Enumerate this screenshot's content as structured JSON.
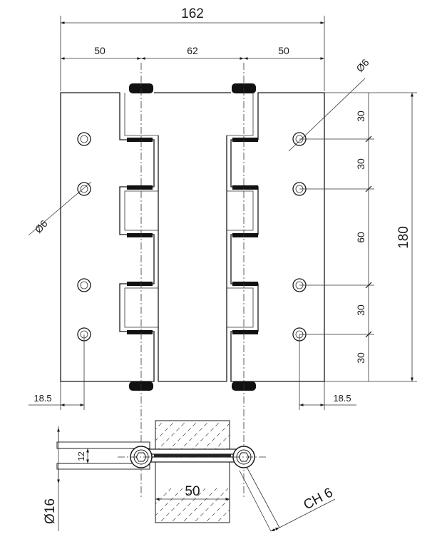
{
  "colors": {
    "ink": "#1a1a1a",
    "background": "#ffffff",
    "knuckle": "#111111"
  },
  "dimensions": {
    "overall_width": "162",
    "left_leaf": "50",
    "center": "62",
    "right_leaf": "50",
    "hole_dia_top": "Ø6",
    "hole_dia_left": "Ø6",
    "pitch_1": "30",
    "pitch_2": "30",
    "pitch_3": "60",
    "pitch_4": "30",
    "pitch_5": "30",
    "overall_height": "180",
    "edge_left": "18.5",
    "edge_right": "18.5",
    "thickness": "12",
    "pin_dia": "Ø16",
    "door_thickness": "50",
    "hex_key": "CH 6"
  }
}
